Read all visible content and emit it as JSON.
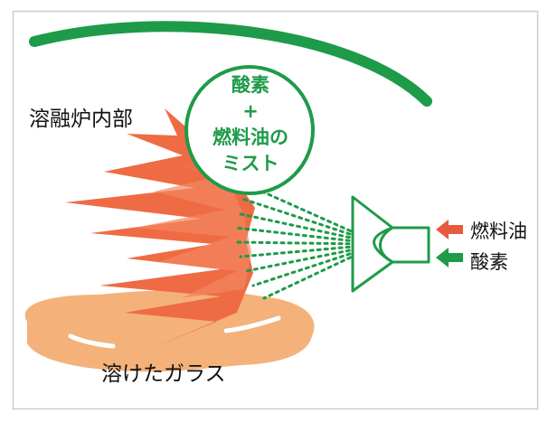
{
  "labels": {
    "furnace_interior": "溶融炉内部",
    "molten_glass": "溶けたガラス",
    "mist_lines": [
      "酸素",
      "+",
      "燃料油の",
      "ミスト"
    ],
    "fuel_oil": "燃料油",
    "oxygen": "酸素"
  },
  "colors": {
    "green": "#1e9b49",
    "flame": "#ef6b43",
    "flame_light": "#f38661",
    "glass": "#f4b27a",
    "fuel_arrow": "#e85a40",
    "oxygen_arrow": "#1e9b49",
    "frame": "#cccccc"
  },
  "icons": [
    "fuel-arrow-icon",
    "oxygen-arrow-icon",
    "burner-nozzle-icon"
  ]
}
